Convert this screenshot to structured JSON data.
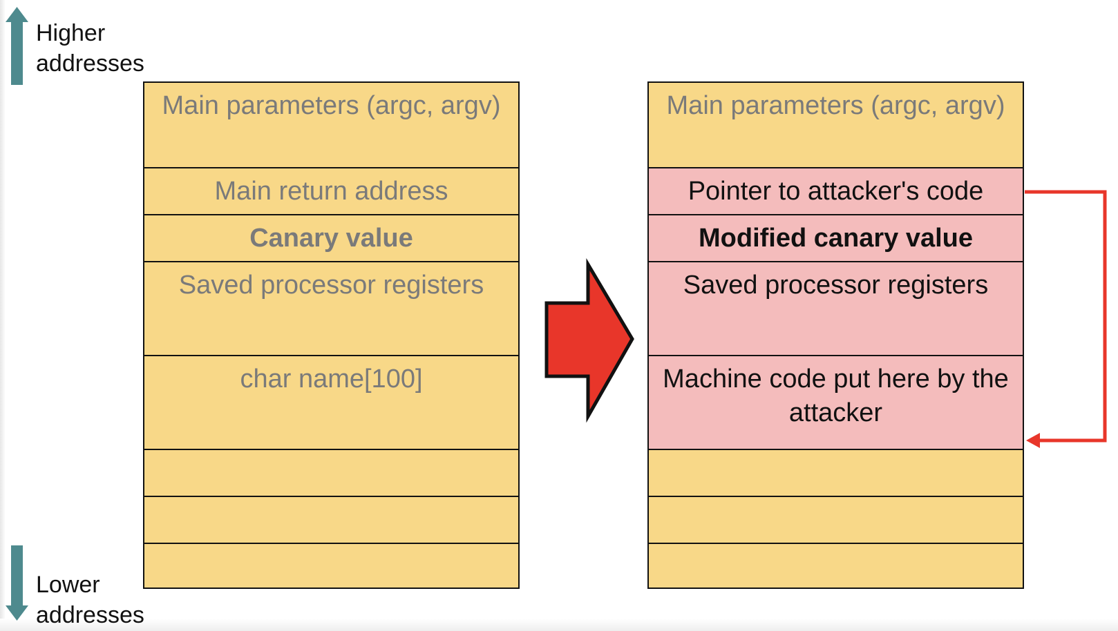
{
  "labels": {
    "higher_line1": "Higher",
    "higher_line2": "addresses",
    "lower_line1": "Lower",
    "lower_line2": "addresses"
  },
  "left_stack": {
    "main_params": "Main parameters (argc, argv)",
    "main_return": "Main return address",
    "canary": "Canary value",
    "saved_registers": "Saved processor registers",
    "buffer": "char name[100]"
  },
  "right_stack": {
    "main_params": "Main parameters (argc, argv)",
    "pointer": "Pointer to attacker's code",
    "canary": "Modified canary value",
    "saved_registers": "Saved processor registers",
    "machine_code": "Machine code put here by the attacker"
  },
  "colors": {
    "cell_yellow": "#f8d888",
    "cell_pink": "#f4bcbc",
    "address_arrow": "#4e8a8e",
    "attack_red": "#e8362a"
  }
}
